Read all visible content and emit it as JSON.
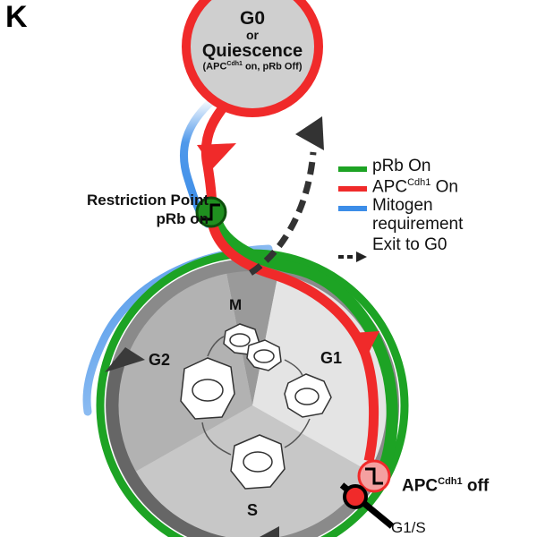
{
  "panel_label": "K",
  "g0": {
    "title": "G0",
    "or": "or",
    "quiescence": "Quiescence",
    "sub_prefix": "(APC",
    "sub_sup": "Cdh1",
    "sub_suffix": " on, pRb Off)"
  },
  "restriction_point": {
    "line1": "Restriction Point",
    "line2": "pRb on"
  },
  "legend": {
    "prb_on": "pRb On",
    "apc_prefix": "APC",
    "apc_sup": "Cdh1",
    "apc_suffix": " On",
    "mitogen_line1": "Mitogen",
    "mitogen_line2": "requirement",
    "exit": "Exit to G0"
  },
  "phases": {
    "m": "M",
    "g1": "G1",
    "g2": "G2",
    "s": "S"
  },
  "apc_off": {
    "prefix": "APC",
    "sup": "Cdh1",
    "suffix": " off"
  },
  "g1s_label": "G1/S",
  "colors": {
    "prb_green": "#1da324",
    "apc_red": "#f02a2a",
    "mitogen_blue": "#3c8de8",
    "dark_arrow": "#333333",
    "switch_green": "#1f8f1f",
    "switch_red": "#f4a0a0"
  }
}
